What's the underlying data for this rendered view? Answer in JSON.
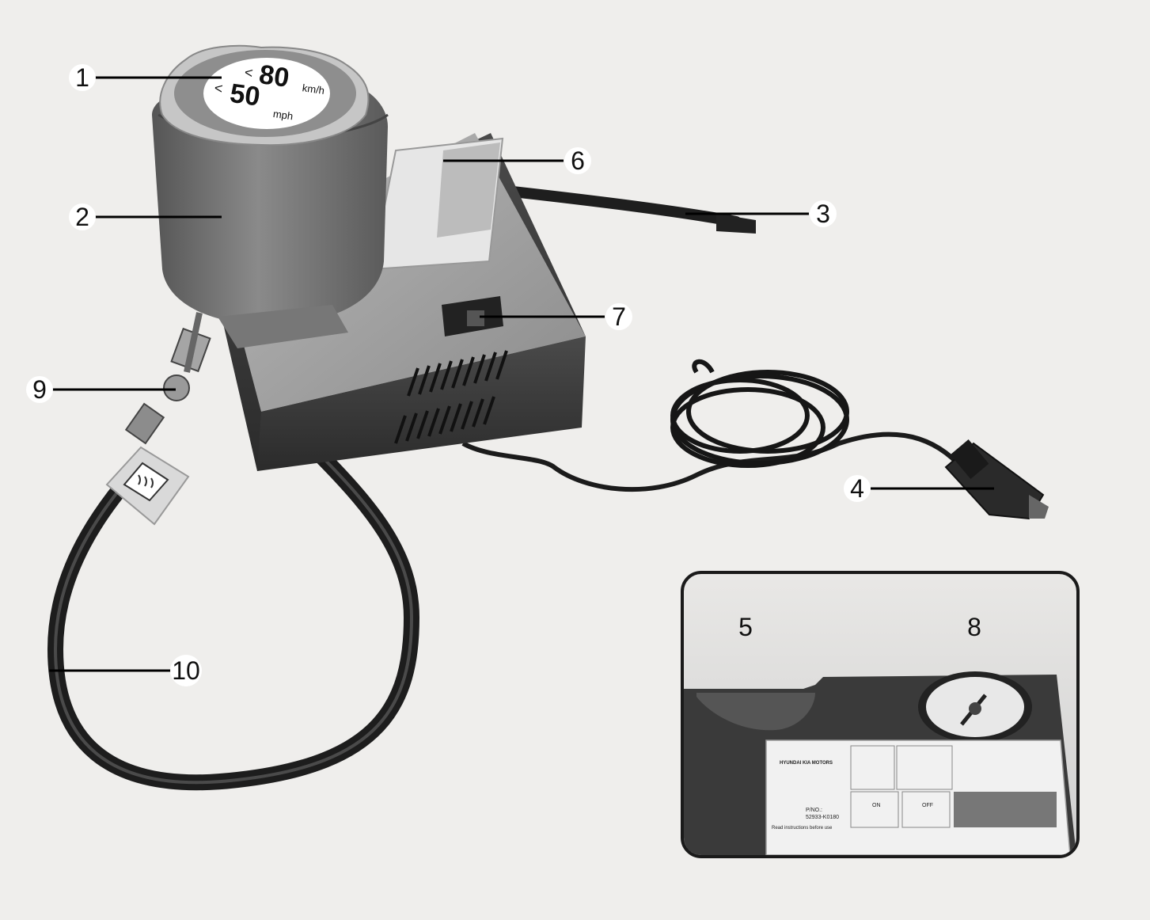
{
  "cap": {
    "line1_prefix": "<",
    "line1_value": "80",
    "line1_unit": "km/h",
    "line2_prefix": "<",
    "line2_value": "50",
    "line2_unit": "mph"
  },
  "callouts": [
    {
      "label": "1"
    },
    {
      "label": "2"
    },
    {
      "label": "3"
    },
    {
      "label": "4"
    },
    {
      "label": "5"
    },
    {
      "label": "6"
    },
    {
      "label": "7"
    },
    {
      "label": "8"
    },
    {
      "label": "9"
    },
    {
      "label": "10"
    }
  ],
  "inset": {
    "label_panel": {
      "brand": "HYUNDAI KIA MOTORS",
      "part_no_prefix": "P/NO.:",
      "part_no": "52933-K0180",
      "read_instructions": "Read instructions before use",
      "switch_on": "ON",
      "switch_off": "OFF"
    }
  }
}
